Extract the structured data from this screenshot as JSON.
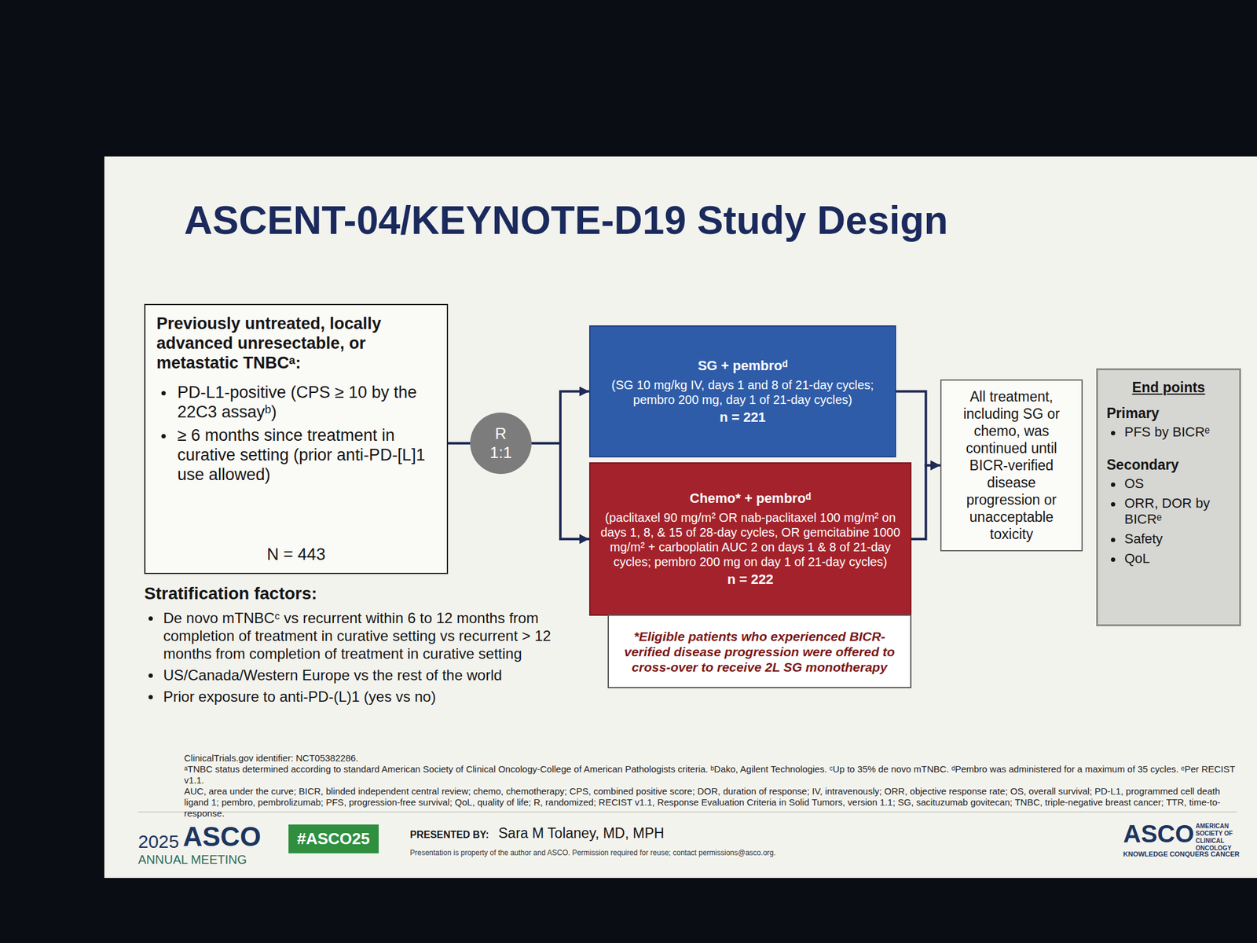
{
  "diagram": {
    "title": "ASCENT-04/KEYNOTE-D19 Study Design",
    "nodes": [
      {
        "text": [
          "Previously untreated, locally advanced unresectable, or metastatic TNBCᵃ:",
          "PD-L1-positive (CPS ≥ 10 by the 22C3 assayᵇ)",
          "≥ 6 months since treatment in curative setting (prior anti-PD-[L]1 use allowed)",
          "N = 443"
        ]
      },
      {
        "text": [
          "R 1:1"
        ]
      },
      {
        "text": [
          "SG + pembroᵈ",
          "(SG 10 mg/kg IV, days 1 and 8 of 21-day cycles; pembro 200 mg, day 1 of 21-day cycles)",
          "n = 221"
        ]
      },
      {
        "text": [
          "Chemo* + pembroᵈ",
          "(paclitaxel 90 mg/m² OR nab-paclitaxel 100 mg/m² on days 1, 8, & 15 of 28-day cycles, OR gemcitabine 1000 mg/m² + carboplatin AUC 2 on days 1 & 8 of 21-day cycles; pembro 200 mg on day 1 of 21-day cycles)",
          "n = 222"
        ]
      },
      {
        "text": [
          "*Eligible patients who experienced BICR-verified disease progression were offered to cross-over to receive 2L SG monotherapy"
        ]
      },
      {
        "text": [
          "All treatment, including SG or chemo, was continued until BICR-verified disease progression or unacceptable toxicity"
        ]
      },
      {
        "text": [
          "End points",
          "Primary",
          "PFS by BICRᵉ",
          "Secondary",
          "OS",
          "ORR, DOR by BICRᵉ",
          "Safety",
          "QoL"
        ]
      }
    ],
    "edges": [
      {
        "from": 0,
        "to": 1,
        "arrow": "none"
      },
      {
        "from": 1,
        "to": 2,
        "arrow": "to"
      },
      {
        "from": 1,
        "to": 3,
        "arrow": "to"
      },
      {
        "from": 2,
        "to": 5,
        "arrow": "to"
      },
      {
        "from": 3,
        "to": 5,
        "arrow": "to"
      }
    ],
    "labels": [
      "Stratification factors:",
      "De novo mTNBCᶜ vs recurrent within 6 to 12 months from completion of treatment in curative setting vs recurrent > 12 months from completion of treatment in curative setting",
      "US/Canada/Western Europe vs the rest of the world",
      "Prior exposure to anti-PD-(L)1 (yes vs no)",
      "ClinicalTrials.gov identifier: NCT05382286.",
      "ᵃTNBC status determined according to standard American Society of Clinical Oncology-College of American Pathologists criteria. ᵇDako, Agilent Technologies. ᶜUp to 35% de novo mTNBC. ᵈPembro was administered for a maximum of 35 cycles. ᵉPer RECIST v1.1.",
      "AUC, area under the curve; BICR, blinded independent central review; chemo, chemotherapy; CPS, combined positive score; DOR, duration of response; IV, intravenously; ORR, objective response rate; OS, overall survival; PD-L1, programmed cell death ligand 1; pembro, pembrolizumab; PFS, progression-free survival; QoL, quality of life; R, randomized; RECIST v1.1, Response Evaluation Criteria in Solid Tumors, version 1.1; SG, sacituzumab govitecan; TNBC, triple-negative breast cancer; TTR, time-to-response.",
      "2025",
      "ASCO",
      "ANNUAL MEETING",
      "#ASCO25",
      "PRESENTED BY:",
      "Sara M Tolaney, MD, MPH",
      "Presentation is property of the author and ASCO. Permission required for reuse; contact permissions@asco.org.",
      "ASCO",
      "AMERICAN SOCIETY OF CLINICAL ONCOLOGY",
      "KNOWLEDGE CONQUERS CANCER"
    ]
  }
}
